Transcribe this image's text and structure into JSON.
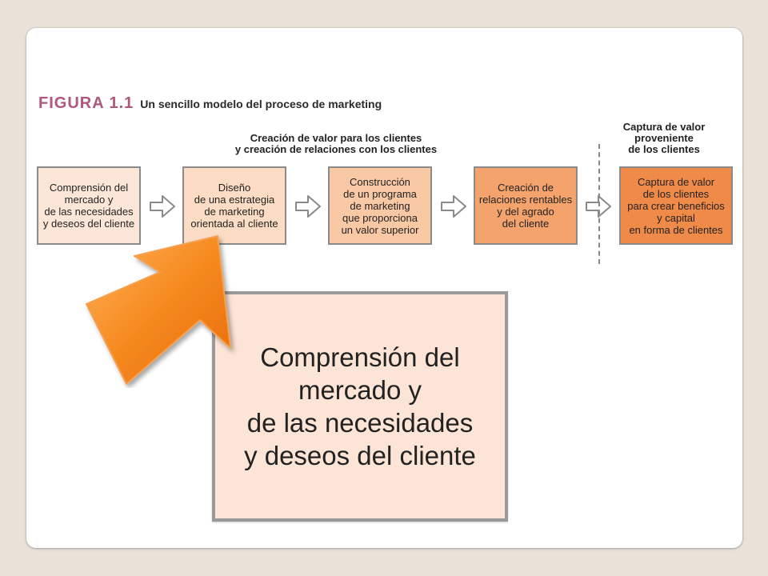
{
  "figure": {
    "number": "FIGURA 1.1",
    "title": "Un sencillo modelo del proceso de marketing"
  },
  "sections": {
    "value_creation": "Creación de valor para los clientes\ny creación de relaciones con los clientes",
    "value_capture": "Captura de valor\nproveniente\nde los clientes"
  },
  "steps": [
    {
      "text": "Comprensión del\nmercado y\nde las necesidades\ny deseos del cliente",
      "fill": "#fbe6d8"
    },
    {
      "text": "Diseño\nde una estrategia\nde marketing\norientada al cliente",
      "fill": "#fcdcc4"
    },
    {
      "text": "Construcción\nde un programa\nde marketing\nque proporciona\nun valor superior",
      "fill": "#f9c8a4"
    },
    {
      "text": "Creación de\nrelaciones rentables\ny  del agrado\ndel cliente",
      "fill": "#f4a36c"
    },
    {
      "text": "Captura de valor\nde los clientes\npara crear beneficios\ny capital\nen forma de clientes",
      "fill": "#f08a48"
    }
  ],
  "zoom": {
    "text": "Comprensión del\nmercado y\nde las necesidades\ny deseos del cliente"
  },
  "icons": {
    "flow_arrow": "outline-right-arrow-icon",
    "pointer": "orange-pointer-arrow-icon"
  },
  "colors": {
    "accent_orange": "#f07f1a",
    "figure_number": "#b0577a"
  }
}
